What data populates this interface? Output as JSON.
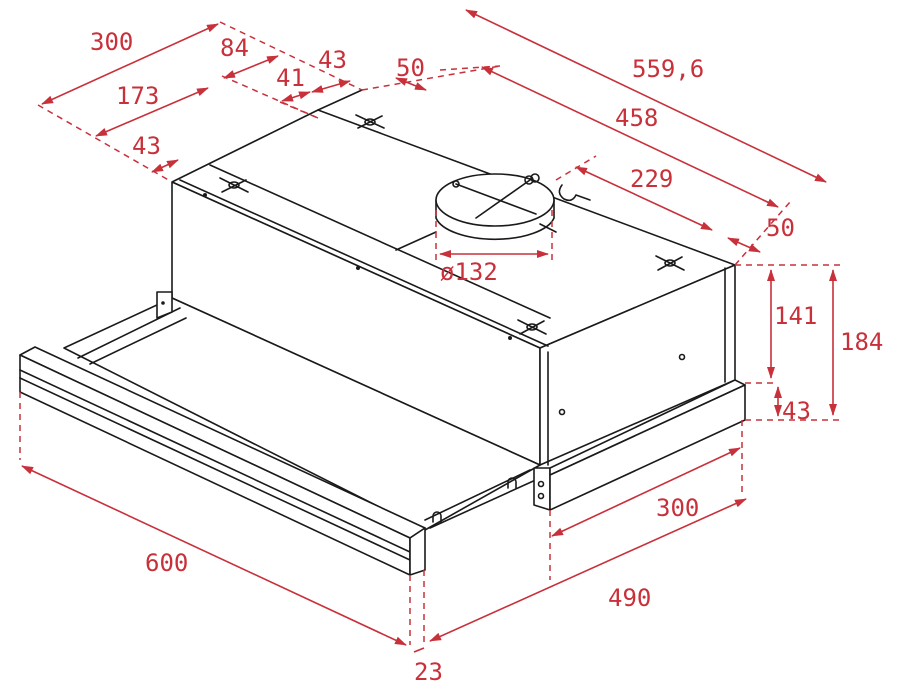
{
  "diagram": {
    "subject": "Telescopic cooker hood dimension drawing",
    "units": "mm",
    "colors": {
      "dimension": "#c8303a",
      "outline": "#1a1a1a",
      "background": "#ffffff"
    },
    "dimensions": {
      "top_depth_300": "300",
      "offset_84": "84",
      "offset_43_top": "43",
      "offset_41": "41",
      "offset_50_top": "50",
      "inner_173": "173",
      "offset_43_left": "43",
      "overall_559_6": "559,6",
      "length_458": "458",
      "length_229": "229",
      "offset_50_right": "50",
      "duct_diameter": "ø132",
      "body_height_141": "141",
      "total_height_184": "184",
      "front_height_43": "43",
      "front_width_600": "600",
      "slide_depth_300": "300",
      "total_depth_490": "490",
      "trim_23": "23"
    }
  }
}
